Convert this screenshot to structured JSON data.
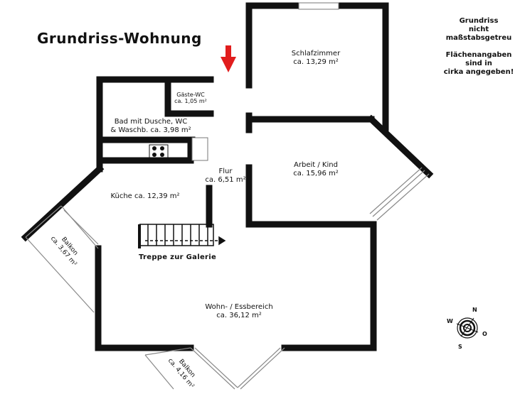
{
  "title": "Grundriss-Wohnung",
  "notes": {
    "line1": "Grundriss",
    "line2": "nicht",
    "line3": "maßstabsgetreu",
    "line4": "Flächenangaben",
    "line5": "sind in",
    "line6": "cirka angegeben!"
  },
  "rooms": {
    "schlafzimmer": {
      "name": "Schlafzimmer",
      "area": "ca. 13,29 m²"
    },
    "gaeste_wc": {
      "name": "Gäste-WC",
      "area": "ca. 1,05 m²"
    },
    "bad": {
      "name": "Bad mit Dusche, WC",
      "area": "& Waschb. ca. 3,98 m²"
    },
    "arbeit": {
      "name": "Arbeit / Kind",
      "area": "ca. 15,96 m²"
    },
    "flur": {
      "name": "Flur",
      "area": "ca. 6,51 m²"
    },
    "kueche": {
      "label": "Küche ca. 12,39 m²"
    },
    "wohn": {
      "name": "Wohn- / Essbereich",
      "area": "ca. 36,12 m²"
    }
  },
  "balkone": {
    "left": {
      "name": "Balkon",
      "area": "ca. 3,67 m²"
    },
    "bottom": {
      "name": "Balkon",
      "area": "ca. 4,16 m²"
    }
  },
  "stairs": {
    "label": "Treppe zur Galerie"
  },
  "compass": {
    "n": "N",
    "o": "O",
    "s": "S",
    "w": "W"
  },
  "colors": {
    "wall": "#111111",
    "arrow": "#e11d1d",
    "balcony_line": "#8a8a8a"
  }
}
